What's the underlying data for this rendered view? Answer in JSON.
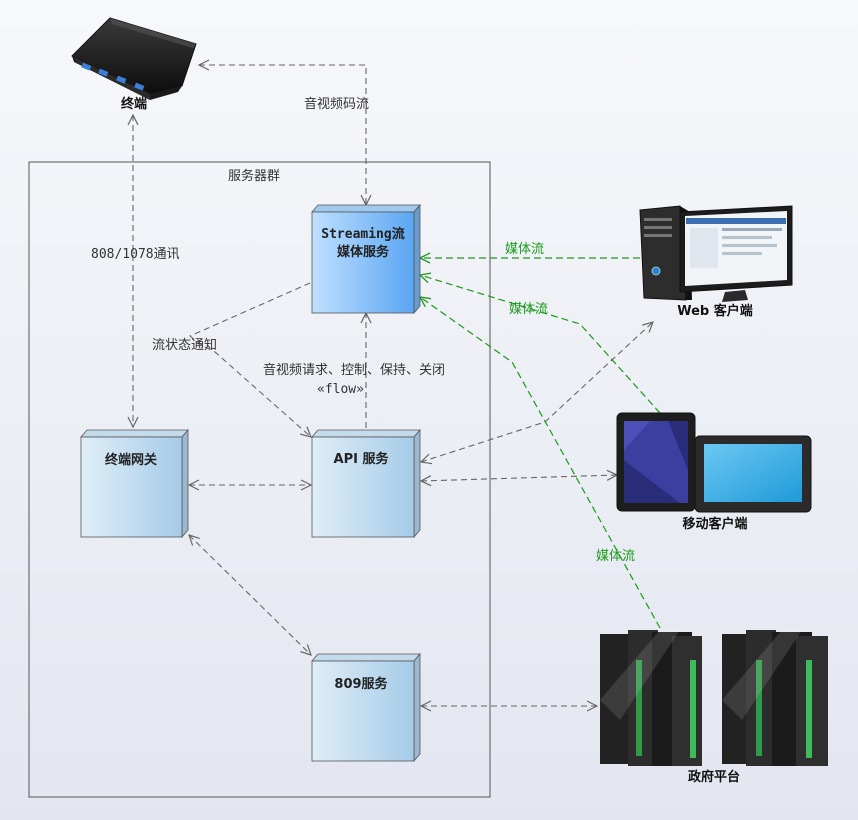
{
  "cluster": {
    "label": "服务器群"
  },
  "nodes": {
    "terminal": "终端",
    "streaming_line1": "Streaming流",
    "streaming_line2": "媒体服务",
    "gateway": "终端网关",
    "api": "API 服务",
    "s809": "809服务",
    "web_client": "Web 客户端",
    "mobile_client": "移动客户端",
    "gov_platform": "政府平台"
  },
  "edges": {
    "av_stream": "音视频码流",
    "comm_808": "808/1078通讯",
    "stream_notify": "流状态通知",
    "av_request": "音视频请求、控制、保持、关闭",
    "flow": "«flow»",
    "media_web": "媒体流",
    "media_mobile": "媒体流",
    "media_gov": "媒体流"
  },
  "colors": {
    "node_fill_light": "#d7e8f4",
    "node_fill_dark": "#a9cde9",
    "streaming_fill_light": "#b9dcff",
    "streaming_fill_dark": "#5aa8f5",
    "media_edge": "#1a9a1a",
    "dashed_edge": "#666666"
  },
  "icons": {
    "terminal": "usb-hub-icon",
    "web": "desktop-computer-icon",
    "mobile": "tablet-icon",
    "gov": "server-rack-icon"
  }
}
